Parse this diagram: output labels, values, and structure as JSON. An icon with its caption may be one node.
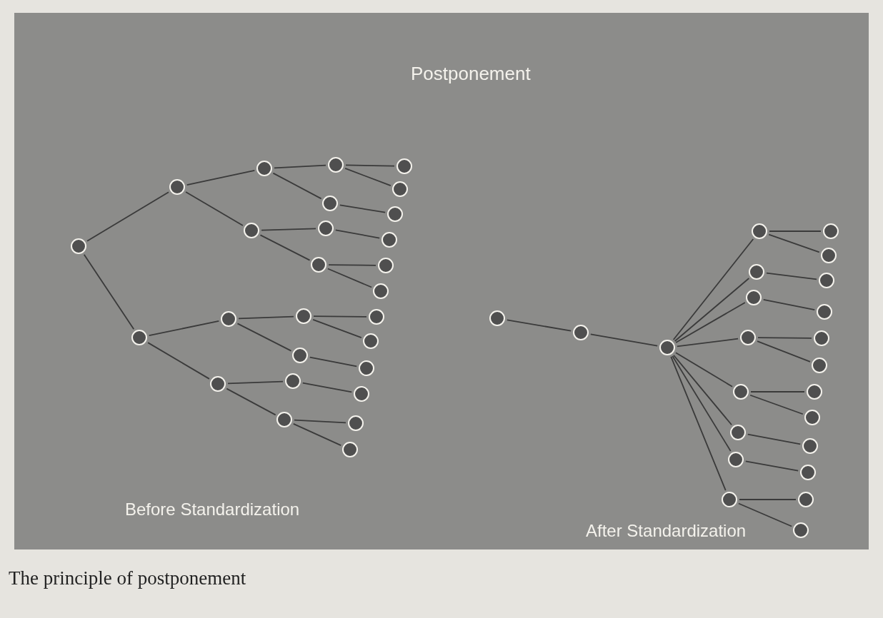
{
  "diagram": {
    "title": "Postponement",
    "caption": "The principle of postponement",
    "nodes": [
      {
        "text": [],
        "shape": "circle"
      },
      {
        "text": [],
        "shape": "circle"
      },
      {
        "text": [],
        "shape": "circle"
      },
      {
        "text": [],
        "shape": "circle"
      },
      {
        "text": [],
        "shape": "circle"
      },
      {
        "text": [],
        "shape": "circle"
      },
      {
        "text": [],
        "shape": "circle"
      },
      {
        "text": [],
        "shape": "circle"
      },
      {
        "text": [],
        "shape": "circle"
      },
      {
        "text": [],
        "shape": "circle"
      },
      {
        "text": [],
        "shape": "circle"
      },
      {
        "text": [],
        "shape": "circle"
      },
      {
        "text": [],
        "shape": "circle"
      },
      {
        "text": [],
        "shape": "circle"
      },
      {
        "text": [],
        "shape": "circle"
      },
      {
        "text": [],
        "shape": "circle"
      },
      {
        "text": [],
        "shape": "circle"
      },
      {
        "text": [],
        "shape": "circle"
      },
      {
        "text": [],
        "shape": "circle"
      },
      {
        "text": [],
        "shape": "circle"
      },
      {
        "text": [],
        "shape": "circle"
      },
      {
        "text": [],
        "shape": "circle"
      },
      {
        "text": [],
        "shape": "circle"
      },
      {
        "text": [],
        "shape": "circle"
      },
      {
        "text": [],
        "shape": "circle"
      },
      {
        "text": [],
        "shape": "circle"
      },
      {
        "text": [],
        "shape": "circle"
      },
      {
        "text": [],
        "shape": "circle"
      },
      {
        "text": [],
        "shape": "circle"
      },
      {
        "text": [],
        "shape": "circle"
      },
      {
        "text": [],
        "shape": "circle"
      },
      {
        "text": [],
        "shape": "circle"
      },
      {
        "text": [],
        "shape": "circle"
      },
      {
        "text": [],
        "shape": "circle"
      },
      {
        "text": [],
        "shape": "circle"
      },
      {
        "text": [],
        "shape": "circle"
      },
      {
        "text": [],
        "shape": "circle"
      },
      {
        "text": [],
        "shape": "circle"
      },
      {
        "text": [],
        "shape": "circle"
      },
      {
        "text": [],
        "shape": "circle"
      },
      {
        "text": [],
        "shape": "circle"
      },
      {
        "text": [],
        "shape": "circle"
      },
      {
        "text": [],
        "shape": "circle"
      },
      {
        "text": [],
        "shape": "circle"
      },
      {
        "text": [],
        "shape": "circle"
      },
      {
        "text": [],
        "shape": "circle"
      },
      {
        "text": [],
        "shape": "circle"
      },
      {
        "text": [],
        "shape": "circle"
      },
      {
        "text": [],
        "shape": "circle"
      },
      {
        "text": [],
        "shape": "circle"
      }
    ],
    "edges": [
      {
        "from": 0,
        "to": 1,
        "arrow": "none"
      },
      {
        "from": 1,
        "to": 2,
        "arrow": "none"
      },
      {
        "from": 2,
        "to": 3,
        "arrow": "none"
      },
      {
        "from": 3,
        "to": 4,
        "arrow": "none"
      },
      {
        "from": 3,
        "to": 5,
        "arrow": "none"
      },
      {
        "from": 2,
        "to": 6,
        "arrow": "none"
      },
      {
        "from": 6,
        "to": 7,
        "arrow": "none"
      },
      {
        "from": 1,
        "to": 8,
        "arrow": "none"
      },
      {
        "from": 8,
        "to": 9,
        "arrow": "none"
      },
      {
        "from": 9,
        "to": 10,
        "arrow": "none"
      },
      {
        "from": 8,
        "to": 11,
        "arrow": "none"
      },
      {
        "from": 11,
        "to": 12,
        "arrow": "none"
      },
      {
        "from": 11,
        "to": 13,
        "arrow": "none"
      },
      {
        "from": 0,
        "to": 14,
        "arrow": "none"
      },
      {
        "from": 14,
        "to": 15,
        "arrow": "none"
      },
      {
        "from": 15,
        "to": 16,
        "arrow": "none"
      },
      {
        "from": 16,
        "to": 17,
        "arrow": "none"
      },
      {
        "from": 16,
        "to": 18,
        "arrow": "none"
      },
      {
        "from": 15,
        "to": 19,
        "arrow": "none"
      },
      {
        "from": 19,
        "to": 20,
        "arrow": "none"
      },
      {
        "from": 14,
        "to": 21,
        "arrow": "none"
      },
      {
        "from": 21,
        "to": 22,
        "arrow": "none"
      },
      {
        "from": 22,
        "to": 23,
        "arrow": "none"
      },
      {
        "from": 21,
        "to": 24,
        "arrow": "none"
      },
      {
        "from": 24,
        "to": 25,
        "arrow": "none"
      },
      {
        "from": 24,
        "to": 26,
        "arrow": "none"
      },
      {
        "from": 27,
        "to": 28,
        "arrow": "none"
      },
      {
        "from": 28,
        "to": 29,
        "arrow": "none"
      },
      {
        "from": 29,
        "to": 30,
        "arrow": "none"
      },
      {
        "from": 30,
        "to": 31,
        "arrow": "none"
      },
      {
        "from": 30,
        "to": 32,
        "arrow": "none"
      },
      {
        "from": 29,
        "to": 33,
        "arrow": "none"
      },
      {
        "from": 33,
        "to": 34,
        "arrow": "none"
      },
      {
        "from": 29,
        "to": 35,
        "arrow": "none"
      },
      {
        "from": 35,
        "to": 36,
        "arrow": "none"
      },
      {
        "from": 29,
        "to": 37,
        "arrow": "none"
      },
      {
        "from": 37,
        "to": 38,
        "arrow": "none"
      },
      {
        "from": 37,
        "to": 39,
        "arrow": "none"
      },
      {
        "from": 29,
        "to": 40,
        "arrow": "none"
      },
      {
        "from": 40,
        "to": 41,
        "arrow": "none"
      },
      {
        "from": 40,
        "to": 42,
        "arrow": "none"
      },
      {
        "from": 29,
        "to": 43,
        "arrow": "none"
      },
      {
        "from": 43,
        "to": 44,
        "arrow": "none"
      },
      {
        "from": 29,
        "to": 45,
        "arrow": "none"
      },
      {
        "from": 45,
        "to": 46,
        "arrow": "none"
      },
      {
        "from": 29,
        "to": 47,
        "arrow": "none"
      },
      {
        "from": 47,
        "to": 48,
        "arrow": "none"
      },
      {
        "from": 47,
        "to": 49,
        "arrow": "none"
      }
    ],
    "labels": [
      "Before Standardization",
      "After Standardization"
    ]
  }
}
